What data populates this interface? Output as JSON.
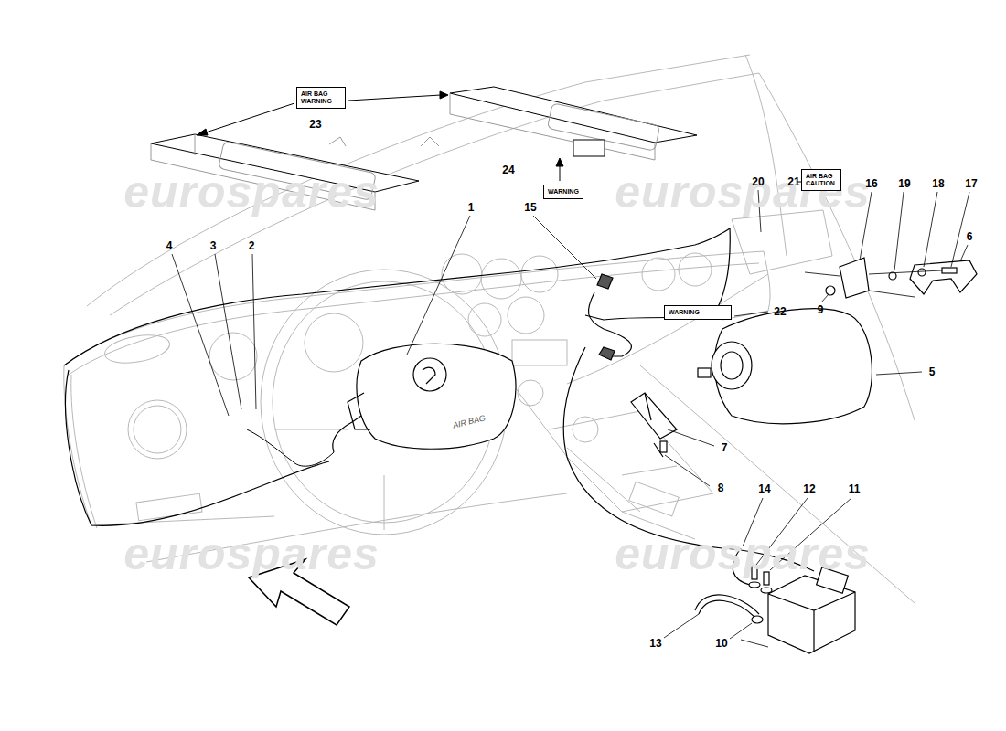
{
  "diagram": {
    "nodes": [
      {
        "text": [
          "AIR BAG WARNING"
        ]
      },
      {
        "text": [
          "WARNING"
        ]
      },
      {
        "text": [
          "AIR BAG CAUTION"
        ]
      },
      {
        "text": [
          "WARNING"
        ]
      }
    ],
    "labels": [
      "23",
      "24",
      "20",
      "21",
      "16",
      "19",
      "18",
      "17",
      "1",
      "15",
      "4",
      "3",
      "2",
      "6",
      "9",
      "22",
      "5",
      "7",
      "8",
      "14",
      "12",
      "11",
      "13",
      "10",
      "AIR BAG",
      "eurospares",
      "eurospares",
      "eurospares",
      "eurospares"
    ]
  }
}
